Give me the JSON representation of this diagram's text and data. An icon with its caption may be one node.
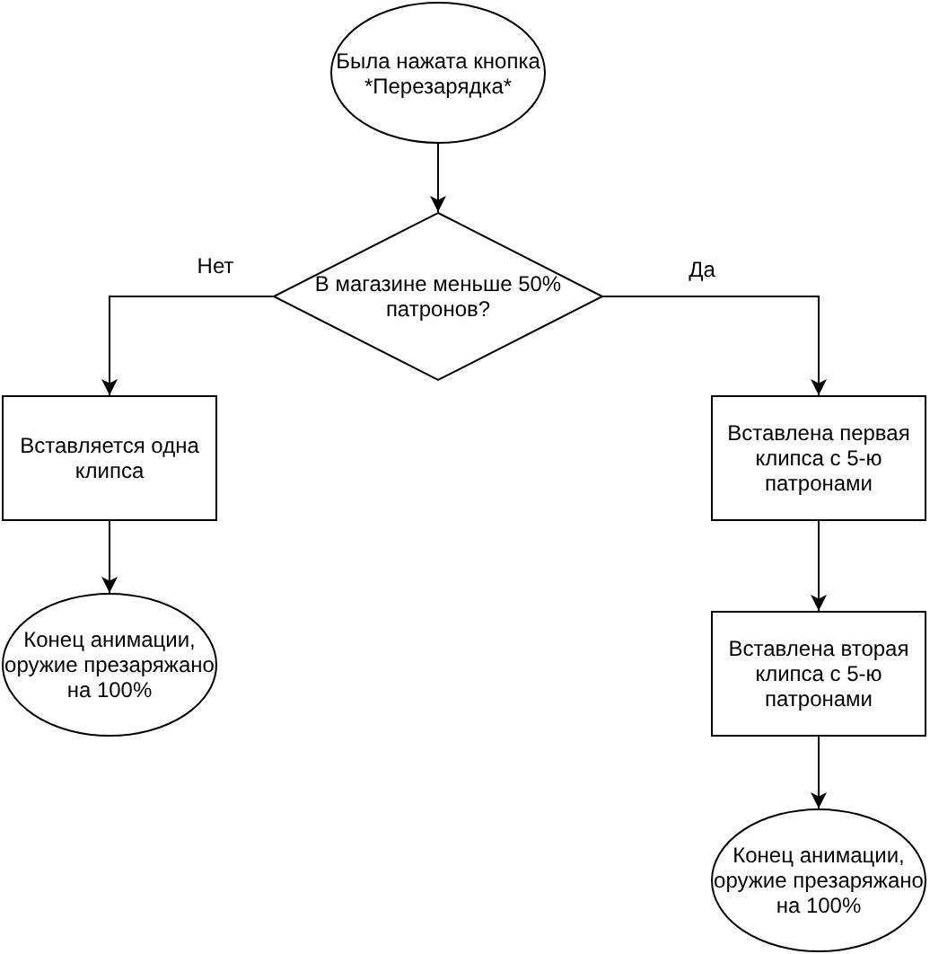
{
  "diagram": {
    "nodes": [
      {
        "text": [
          "Была нажата кнопка *Перезарядка*"
        ]
      },
      {
        "text": [
          "В магазине меньше 50% патронов?"
        ]
      },
      {
        "text": [
          "Вставляется одна клипса"
        ]
      },
      {
        "text": [
          "Конец анимации, оружие презаряжано на 100%"
        ]
      },
      {
        "text": [
          "Вставлена первая клипса с 5-ю патронами"
        ]
      },
      {
        "text": [
          "Вставлена вторая клипса с 5-ю патронами"
        ]
      },
      {
        "text": [
          "Конец анимации, оружие презаряжано на 100%"
        ]
      }
    ],
    "edges": [
      {
        "from": 0,
        "to": 1,
        "arrow": "to"
      },
      {
        "from": 1,
        "to": 2,
        "arrow": "to",
        "label": "Нет"
      },
      {
        "from": 1,
        "to": 4,
        "arrow": "to",
        "label": "Да"
      },
      {
        "from": 2,
        "to": 3,
        "arrow": "to"
      },
      {
        "from": 4,
        "to": 5,
        "arrow": "to"
      },
      {
        "from": 5,
        "to": 6,
        "arrow": "to"
      }
    ]
  }
}
